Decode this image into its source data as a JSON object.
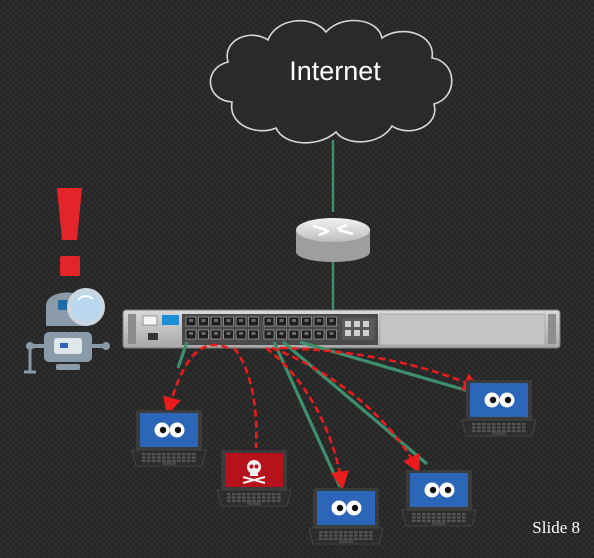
{
  "cloud": {
    "label": "Internet",
    "icon": "cloud-icon"
  },
  "router": {
    "icon": "router-icon"
  },
  "switch": {
    "icon": "switch-icon",
    "ports": 24
  },
  "monitor": {
    "icons": [
      "exclamation-icon",
      "robot-magnifier-icon"
    ],
    "alert_color": "#e4242b"
  },
  "laptops": [
    {
      "icon": "laptop-eyes-icon",
      "state": "normal"
    },
    {
      "icon": "laptop-skull-icon",
      "state": "compromised"
    },
    {
      "icon": "laptop-eyes-icon",
      "state": "normal"
    },
    {
      "icon": "laptop-eyes-icon",
      "state": "normal"
    },
    {
      "icon": "laptop-eyes-icon",
      "state": "normal"
    }
  ],
  "colors": {
    "link": "#3d8f6d",
    "attack": "#e81c1c",
    "screen": "#2b66b8",
    "compromised": "#b5121b"
  },
  "footer": {
    "slide": "Slide 8"
  }
}
